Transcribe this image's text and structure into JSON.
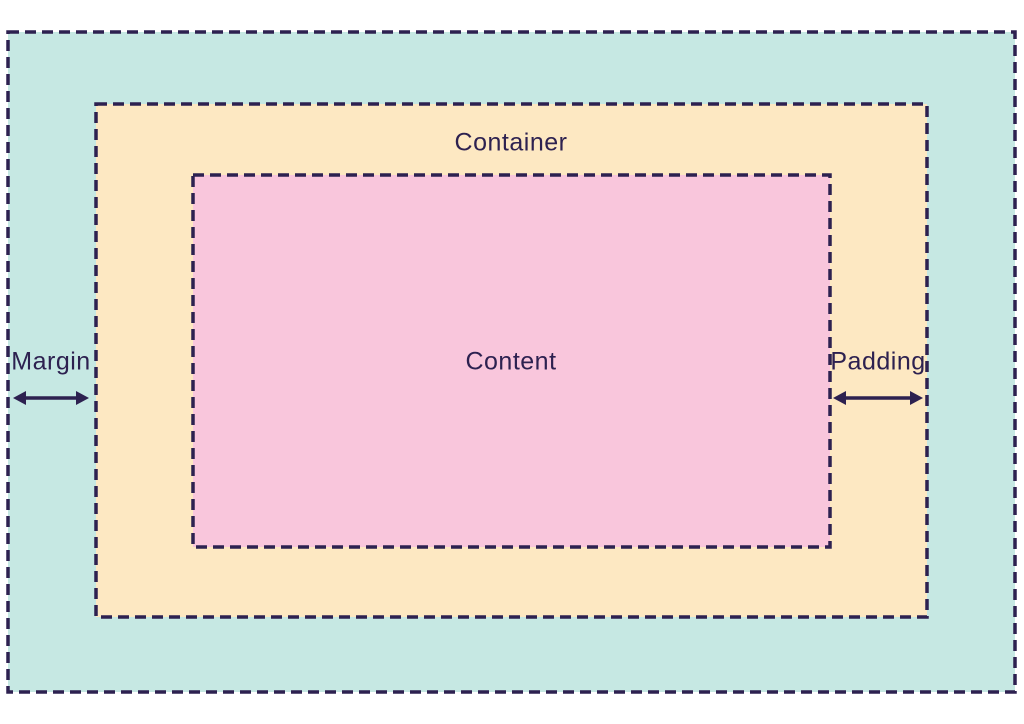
{
  "diagram": {
    "labels": {
      "container": "Container",
      "content": "Content",
      "margin": "Margin",
      "padding": "Padding"
    }
  },
  "colors": {
    "page-bg": "#FFFFFF",
    "margin-bg": "#C6E8E3",
    "container-bg": "#FDE8C2",
    "content-bg": "#F9C6DC",
    "ink": "#2D2150"
  }
}
